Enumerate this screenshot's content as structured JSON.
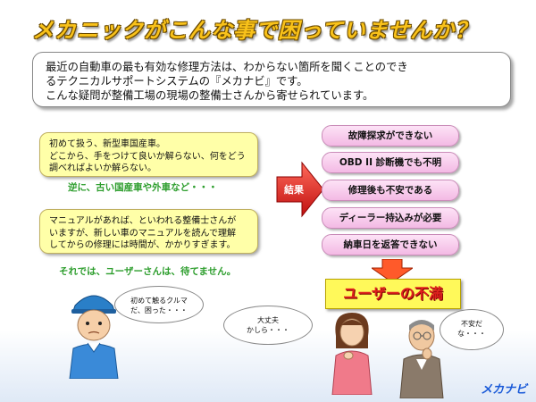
{
  "title": "メカニックがこんな事で困っていませんか？",
  "intro": {
    "line1": "最近の自動車の最も有効な修理方法は、わからない箇所を聞くことのでき",
    "line2": "るテクニカルサポートシステムの『メカナビ』です。",
    "line3": "こんな疑問が整備工場の現場の整備士さんから寄せられています。"
  },
  "case1": {
    "line1": "初めて扱う、新型車国産車。",
    "line2": "どこから、手をつけて良いか解らない、何をどう",
    "line3": "調べればよいか解らない。"
  },
  "note1": "逆に、古い国産車や外車など・・・",
  "case2": {
    "line1": "マニュアルがあれば、といわれる整備士さんが",
    "line2": "いますが、新しい車のマニュアルを読んで理解",
    "line3": "してからの修理には時間が、かかりすぎます。"
  },
  "note2": "それでは、ユーザーさんは、待てません。",
  "arrow_label": "結果",
  "problems": [
    "故障探求ができない",
    "OBD II 診断機でも不明",
    "修理後も不安である",
    "ディーラー持込みが必要",
    "納車日を返答できない"
  ],
  "result": "ユーザーの不満",
  "bubbles": {
    "mechanic": {
      "line1": "初めて触るクルマ",
      "line2": "だ、困った・・・"
    },
    "woman": {
      "line1": "大丈夫",
      "line2": "かしら・・・"
    },
    "man": {
      "line1": "不安だ",
      "line2": "な・・・"
    }
  },
  "brand": "メカナビ",
  "colors": {
    "title": "#f9c21a",
    "result_text": "#e0201e",
    "pill": "#f3b9e4",
    "highlight_box": "#ffffa8",
    "green_note": "#2e9e2e"
  }
}
